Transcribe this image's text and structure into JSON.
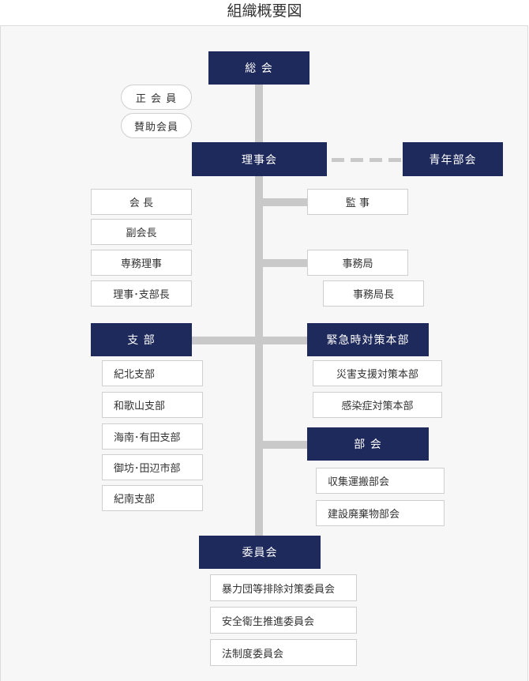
{
  "title": "組織概要図",
  "colors": {
    "dark_box": "#1f2a5c",
    "connector": "#c9c9c9",
    "panel_bg": "#f7f7f7"
  },
  "nodes": {
    "general_assembly": "総 会",
    "members": [
      "正 会 員",
      "賛助会員"
    ],
    "board": "理事会",
    "youth": "青年部会",
    "officers": [
      "会 長",
      "副会長",
      "専務理事",
      "理事･支部長"
    ],
    "auditor": "監 事",
    "secretariat": "事務局",
    "secretariat_head": "事務局長",
    "branches": {
      "label": "支 部",
      "items": [
        "紀北支部",
        "和歌山支部",
        "海南･有田支部",
        "御坊･田辺市部",
        "紀南支部"
      ]
    },
    "emergency": {
      "label": "緊急時対策本部",
      "items": [
        "災害支援対策本部",
        "感染症対策本部"
      ]
    },
    "sections": {
      "label": "部 会",
      "items": [
        "収集運搬部会",
        "建設廃棄物部会"
      ]
    },
    "committees": {
      "label": "委員会",
      "items": [
        "暴力団等排除対策委員会",
        "安全衛生推進委員会",
        "法制度委員会"
      ]
    }
  }
}
